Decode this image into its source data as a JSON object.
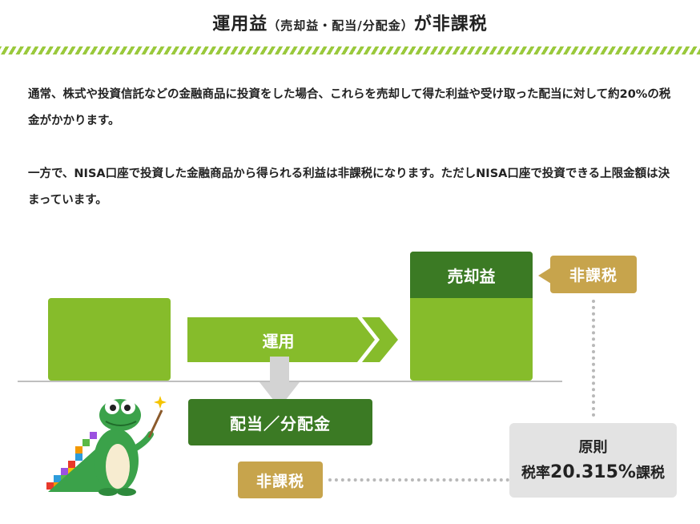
{
  "title": {
    "main_before": "運用益",
    "sub": "（売却益・配当/分配金）",
    "main_after": "が非課税"
  },
  "paragraphs": {
    "p1": "通常、株式や投資信託などの金融商品に投資をした場合、これらを売却して得た利益や受け取った配当に対して約20%の税金がかかります。",
    "p2": "一方で、NISA口座で投資した金融商品から得られる利益は非課税になります。ただしNISA口座で投資できる上限金額は決まっています。"
  },
  "diagram": {
    "arrow_label": "運用",
    "sale_gain_label": "売却益",
    "dividend_label": "配当／分配金",
    "tax_free_tag_top": "非課税",
    "tax_free_tag_bottom": "非課税",
    "principle_label": "原則",
    "tax_rate_prefix": "税率",
    "tax_rate_value": "20.315%",
    "tax_rate_suffix": "課税"
  },
  "colors": {
    "green_light": "#86bc2b",
    "green_dark": "#3b7a24",
    "gold": "#c7a44c",
    "gray_box": "#e3e3e3",
    "stripe": "#9ac93c"
  },
  "icons": {
    "mascot": "crocodile-mascot-icon"
  }
}
